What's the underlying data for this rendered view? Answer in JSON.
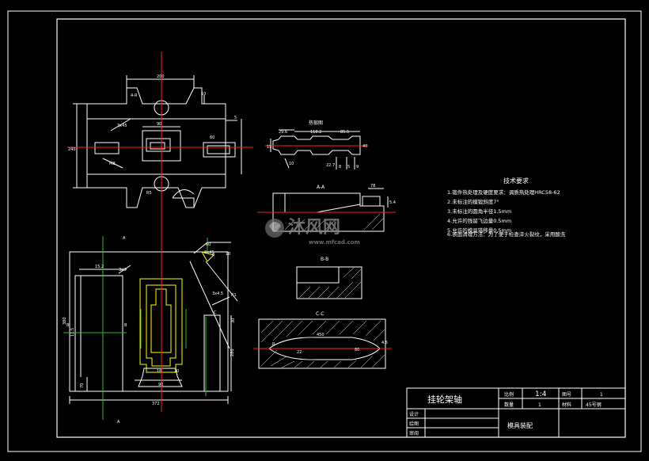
{
  "drawing": {
    "views": {
      "top_dims": [
        "200",
        "10",
        "90",
        "60",
        "5",
        "240",
        "4-R",
        "3x45",
        "M8",
        "R5"
      ],
      "detail_label": "热锻图",
      "detail_dims": [
        "29.6",
        "118.2",
        "15",
        "40",
        "85.5",
        "10",
        "22.7",
        "8",
        "5",
        "9"
      ],
      "section_aa_label": "A-A",
      "section_aa_dims": [
        "78",
        "5.4"
      ],
      "section_bb_label": "B-B",
      "section_cc_label": "C-C",
      "section_cc_dims": [
        "450",
        "80",
        "4.5",
        "22",
        "R"
      ],
      "front_dims": [
        "15.2",
        "3x3",
        "60",
        "R1",
        "8",
        "380",
        "11.5",
        "B",
        "C",
        "B",
        "A",
        "A",
        "280",
        "30",
        "10",
        "90",
        "70",
        "372",
        "3x45",
        "3x4.5",
        "16",
        "20"
      ]
    },
    "tech_requirements": {
      "title": "技术要求",
      "items": [
        "1.锻件热处理及硬度要求：调质热处理HRC58-62",
        "2.未标注的模锻斜度7°",
        "3.未标注的圆角半径1.5mm",
        "4.允许的残留飞边量0.5mm",
        "5.允许的模具错移量0.5mm",
        "6.表面清理方法：为了便于检查淬火裂纹，采用酸洗"
      ]
    },
    "watermark": {
      "brand": "沐风网",
      "url": "www.mfcad.com"
    }
  },
  "title_block": {
    "part_name": "挂轮架轴",
    "scale_label": "比例",
    "scale_value": "1:4",
    "drawing_no_label": "图号",
    "drawing_no_value": "1",
    "quantity_label": "数量",
    "quantity_value": "1",
    "material_label": "材料",
    "material_value": "45号钢",
    "design_label": "设计",
    "drafting_label": "绘图",
    "review_label": "审阅",
    "drawing_title": "模具装配"
  },
  "colors": {
    "background": "#000000",
    "line": "#ffffff",
    "centerline": "#ff2020",
    "hidden": "#2ec12e",
    "highlight": "#ffff00",
    "dimension": "#ffffff"
  }
}
